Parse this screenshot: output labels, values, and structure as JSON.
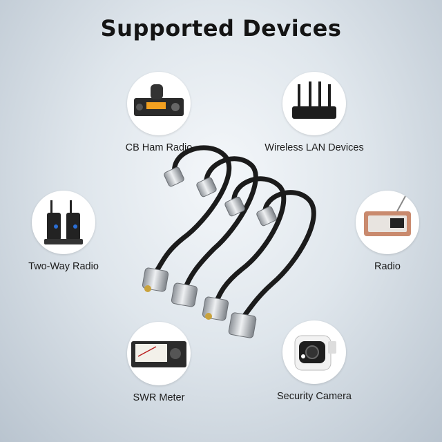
{
  "title": "Supported Devices",
  "devices": [
    {
      "label": "CB Ham Radio",
      "icon": "cb-radio-icon"
    },
    {
      "label": "Wireless LAN Devices",
      "icon": "wifi-router-icon"
    },
    {
      "label": "Two-Way Radio",
      "icon": "walkie-talkie-icon"
    },
    {
      "label": "Radio",
      "icon": "radio-icon"
    },
    {
      "label": "SWR Meter",
      "icon": "swr-meter-icon"
    },
    {
      "label": "Security Camera",
      "icon": "security-camera-icon"
    }
  ],
  "colors": {
    "cable": "#1b1b1b",
    "connector": "#c9ccd0",
    "pin": "#c9a23b"
  }
}
